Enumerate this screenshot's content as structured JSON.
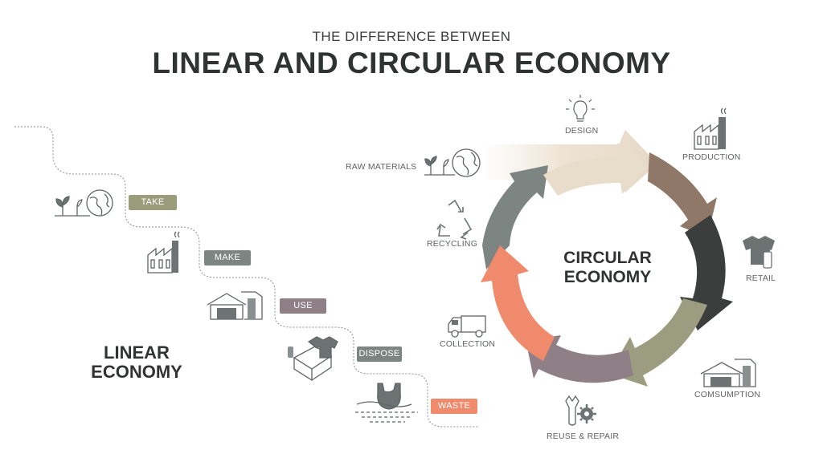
{
  "header": {
    "subtitle": "THE DIFFERENCE BETWEEN",
    "title": "LINEAR AND CIRCULAR ECONOMY"
  },
  "linear": {
    "title_line1": "LINEAR",
    "title_line2": "ECONOMY",
    "steps": [
      {
        "label": "TAKE",
        "color": "#9a9c7c",
        "icon": "earth-plant-icon"
      },
      {
        "label": "MAKE",
        "color": "#7d8582",
        "icon": "factory-icon"
      },
      {
        "label": "USE",
        "color": "#8f7f86",
        "icon": "store-icon"
      },
      {
        "label": "DISPOSE",
        "color": "#7d8582",
        "icon": "box-clothes-icon"
      },
      {
        "label": "WASTE",
        "color": "#ef8a6c",
        "icon": "waste-bag-icon"
      }
    ]
  },
  "circular": {
    "title_line1": "CIRCULAR",
    "title_line2": "ECONOMY",
    "stages": [
      {
        "label": "RAW MATERIALS",
        "icon": "earth-plant-icon"
      },
      {
        "label": "DESIGN",
        "icon": "lightbulb-icon"
      },
      {
        "label": "PRODUCTION",
        "icon": "factory-icon"
      },
      {
        "label": "RETAIL",
        "icon": "shirt-bottle-icon"
      },
      {
        "label": "COMSUMPTION",
        "icon": "house-icon"
      },
      {
        "label": "REUSE & REPAIR",
        "icon": "wrench-gear-icon"
      },
      {
        "label": "COLLECTION",
        "icon": "truck-icon"
      },
      {
        "label": "RECYCLING",
        "icon": "recycle-icon"
      }
    ],
    "arrow_colors": {
      "design": "#e8dccb",
      "production": "#8f7868",
      "retail": "#3b3e3d",
      "consumption": "#9c9d80",
      "reuse": "#8f7f86",
      "collection": "#ef8a6c",
      "recycling": "#7d8582"
    }
  }
}
